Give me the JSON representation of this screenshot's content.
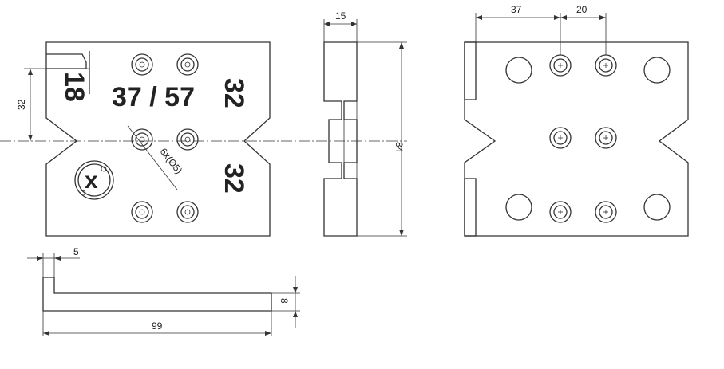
{
  "dims": {
    "front_height": "32",
    "side_thickness": "15",
    "side_height": "84",
    "back_spacing_1": "37",
    "back_spacing_2": "20",
    "key_offset": "5",
    "key_height": "8",
    "key_length": "99"
  },
  "plate": {
    "depth_label": "18",
    "spacing_label": "37 / 57",
    "label_top": "32",
    "label_bottom": "32",
    "hole_note": "6x(Ø5)",
    "logo_letter": "x"
  }
}
